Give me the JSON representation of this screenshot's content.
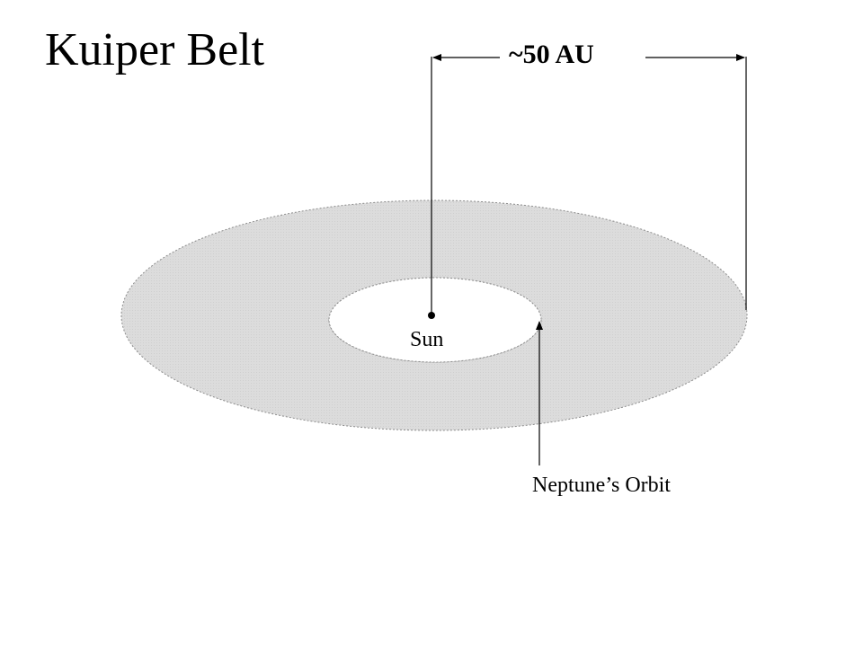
{
  "diagram": {
    "title": "Kuiper Belt",
    "measure_label": "~50 AU",
    "sun_label": "Sun",
    "neptune_label": "Neptune’s Orbit",
    "colors": {
      "belt_fill": "#dcdcdc",
      "belt_stroke": "#8c8c8c",
      "line": "#000000",
      "background": "#ffffff"
    }
  }
}
